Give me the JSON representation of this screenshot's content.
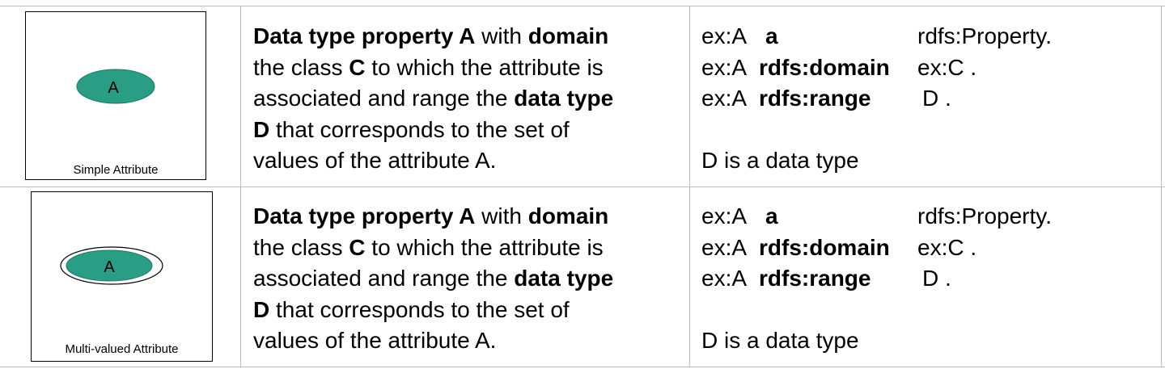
{
  "rows": [
    {
      "figure": {
        "label": "A",
        "caption": "Simple Attribute",
        "multivalued": false,
        "fill": "#2a9d85"
      },
      "description": {
        "p1_bold": "Data type property A",
        "p1_text": " with ",
        "p1_bold2": "domain",
        "p2_text": "the class ",
        "p2_bold": "C",
        "p2_text2": " to which the attribute is",
        "p3_text": "associated and range the ",
        "p3_bold": "data type",
        "p4_bold": "D",
        "p4_text": " that corresponds to the set of",
        "p5_text": "values of the attribute A."
      },
      "triples": {
        "t1_subject": "ex:A",
        "t1_predicate": "a",
        "t1_object": "rdfs:Property.",
        "t2_subject": "ex:A",
        "t2_predicate": "rdfs:domain",
        "t2_object": "ex:C .",
        "t3_subject": "ex:A",
        "t3_predicate": "rdfs:range",
        "t3_object": "D .",
        "note": "D is a data type"
      }
    },
    {
      "figure": {
        "label": "A",
        "caption": "Multi-valued  Attribute",
        "multivalued": true,
        "fill": "#2a9d85"
      },
      "description": {
        "p1_bold": "Data type property A",
        "p1_text": " with ",
        "p1_bold2": "domain",
        "p2_text": "the class ",
        "p2_bold": "C",
        "p2_text2": " to which the attribute is",
        "p3_text": "associated and range the ",
        "p3_bold": "data type",
        "p4_bold": "D",
        "p4_text": " that corresponds to the set of",
        "p5_text": "values of the attribute A."
      },
      "triples": {
        "t1_subject": "ex:A",
        "t1_predicate": "a",
        "t1_object": "rdfs:Property.",
        "t2_subject": "ex:A",
        "t2_predicate": "rdfs:domain",
        "t2_object": "ex:C .",
        "t3_subject": "ex:A",
        "t3_predicate": "rdfs:range",
        "t3_object": "D .",
        "note": "D is a data type"
      }
    }
  ]
}
